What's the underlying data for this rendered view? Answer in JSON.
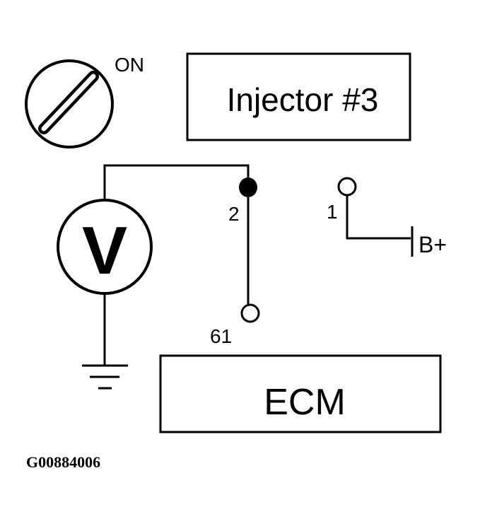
{
  "ignition": {
    "state_label": "ON"
  },
  "injector_box": {
    "label": "Injector #3"
  },
  "voltmeter": {
    "symbol": "V"
  },
  "terminals": {
    "pin_2": "2",
    "pin_1": "1",
    "pin_61": "61"
  },
  "supply": {
    "label": "B+"
  },
  "ecm_box": {
    "label": "ECM"
  },
  "figure_code": "G00884006"
}
